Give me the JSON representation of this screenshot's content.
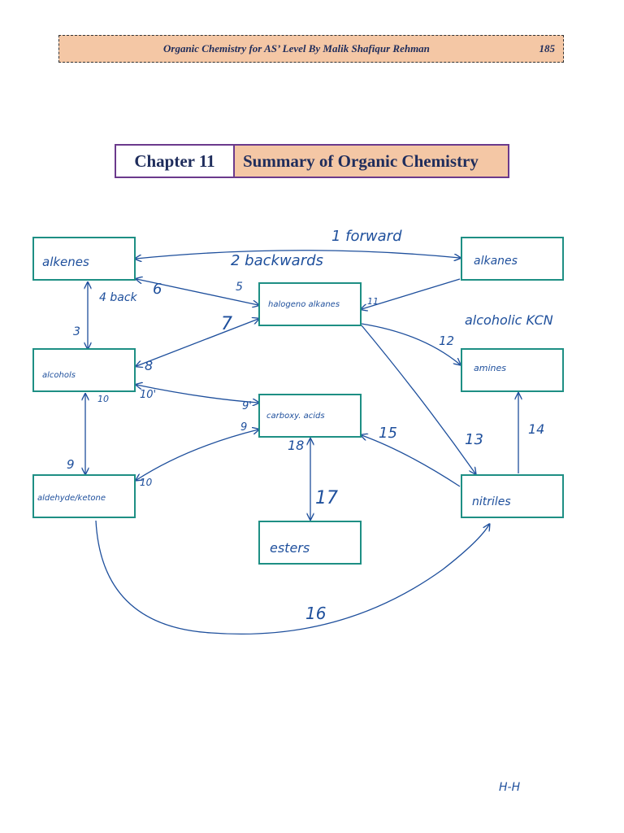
{
  "header": {
    "title": "Organic Chemistry for AS’ Level By Malik Shafiqur Rehman",
    "page_number": "185"
  },
  "chapter": {
    "label": "Chapter 11",
    "title": "Summary of Organic Chemistry"
  },
  "nodes": {
    "alkenes": "alkenes",
    "alkanes": "alkanes",
    "halogenoalkanes": "halogeno alkanes",
    "alcohols": "alcohols",
    "amines": "amines",
    "carboxylic_acids": "carboxy. acids",
    "aldehyde_ketone": "aldehyde/ketone",
    "nitriles": "nitriles",
    "esters": "esters"
  },
  "annotations": {
    "forward": "1 forward",
    "backwards": "2 backwards",
    "back4": "4 back",
    "n3": "3",
    "n5": "5",
    "n6": "6",
    "n7": "7",
    "n8": "8",
    "n9a": "9",
    "n9b": "9",
    "n9c": "9'",
    "n10a": "10",
    "n10b": "10'",
    "n10c": "10",
    "n11": "11",
    "n12": "12",
    "n13": "13",
    "n14": "14",
    "n15": "15",
    "n16": "16",
    "n17": "17",
    "n18": "18",
    "reagent": "alcoholic KCN"
  },
  "footer": {
    "initials": "H-H"
  },
  "colors": {
    "header_fill": "#f4c7a5",
    "box_border": "#1e8f84",
    "ink": "#1e4f9c",
    "chapter_border": "#6b3a8c"
  }
}
